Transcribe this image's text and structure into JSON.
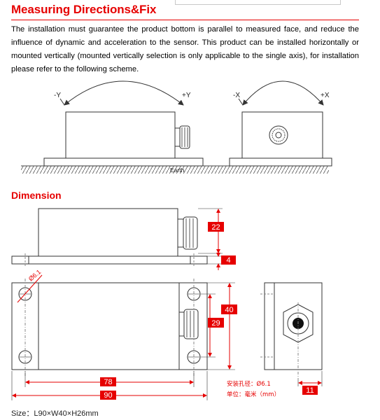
{
  "section1": {
    "title": "Measuring Directions&Fix",
    "paragraph": "The installation must guarantee the product bottom is parallel to measured face, and reduce the influence of dynamic and acceleration to the sensor. This product can be installed horizontally or mounted vertically (mounted vertically selection is only applicable to the single axis), for installation please refer to the following scheme."
  },
  "scheme": {
    "minus_y": "-Y",
    "plus_y": "+Y",
    "minus_x": "-X",
    "plus_x": "+X",
    "earth": "Earth"
  },
  "section2": {
    "title": "Dimension"
  },
  "dimensions": {
    "d22": "22",
    "d4": "4",
    "d40": "40",
    "d29": "29",
    "d78": "78",
    "d90": "90",
    "d11": "11",
    "hole": "Ø6.1"
  },
  "notes": {
    "hole_label": "安装孔径：",
    "hole_value": "Ø6.1",
    "unit_label": "单位：",
    "unit_value": "毫米（mm）"
  },
  "footer": {
    "size": "Size：L90×W40×H26mm"
  },
  "colors": {
    "accent": "#e60000",
    "dim_line": "#e60000"
  }
}
